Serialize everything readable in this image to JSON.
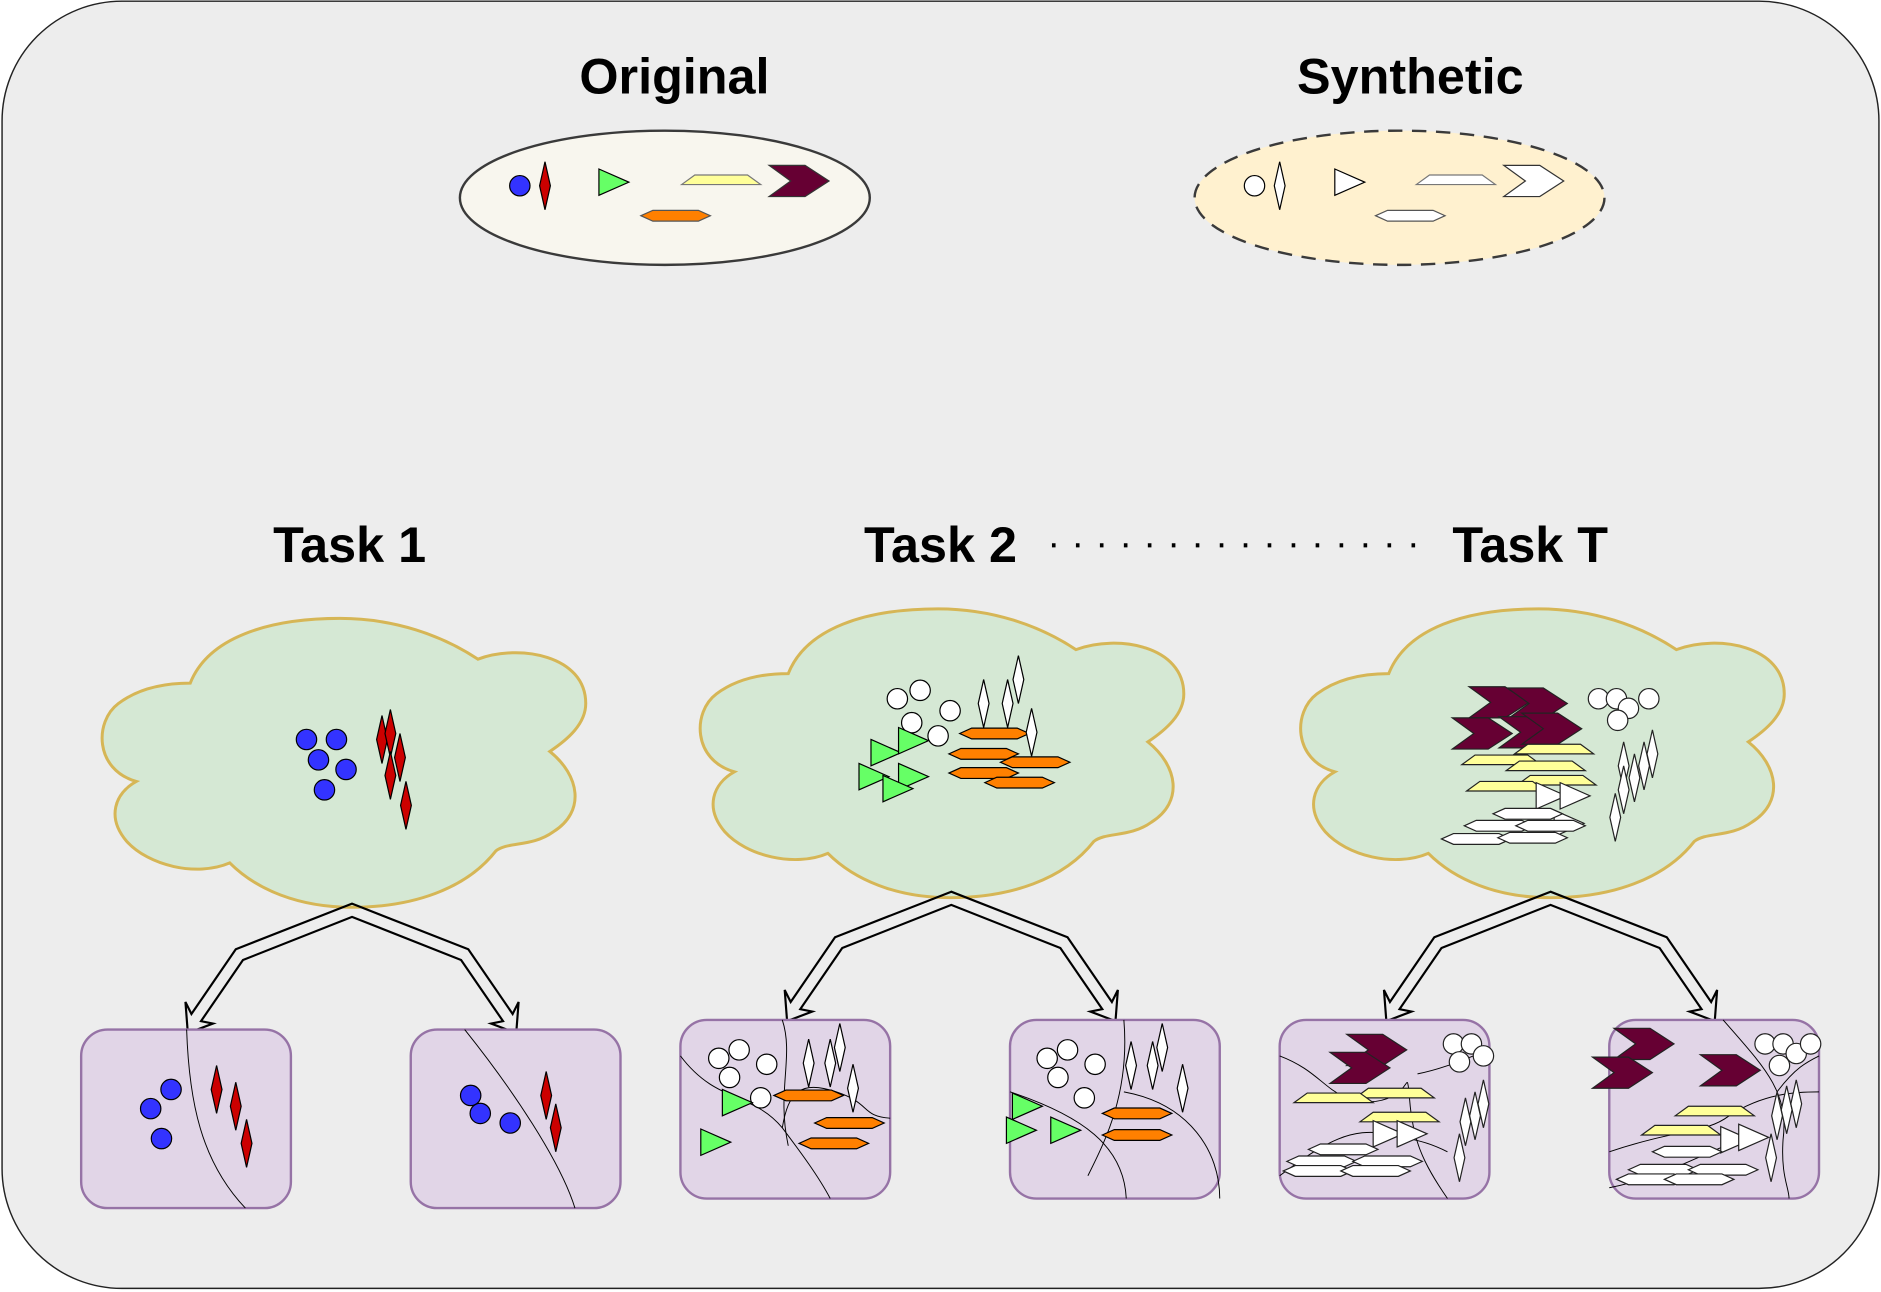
{
  "diagram": {
    "pools": [
      {
        "id": "original",
        "label": "Original",
        "style": "solid",
        "fill": "#f8f6ee",
        "stroke": "#3a3a3a"
      },
      {
        "id": "synthetic",
        "label": "Synthetic",
        "style": "dashed",
        "fill": "#fff1cf",
        "stroke": "#3a3a3a"
      }
    ],
    "separator": ".....................",
    "tasks": [
      {
        "id": "task-1",
        "label": "Task 1",
        "classes": [
          "blue-circle",
          "red-diamond"
        ]
      },
      {
        "id": "task-2",
        "label": "Task 2",
        "classes": [
          "green-triangle",
          "orange-hexagon",
          "white-circle",
          "white-diamond"
        ]
      },
      {
        "id": "task-t",
        "label": "Task T",
        "classes": [
          "maroon-chevron",
          "yellow-trapezoid",
          "white-circle",
          "white-diamond",
          "white-triangle",
          "white-hexagon"
        ]
      }
    ],
    "shape_classes": {
      "blue-circle": "#3333ff",
      "red-diamond": "#cc0000",
      "green-triangle": "#66ff66",
      "yellow-trapezoid": "#ffff99",
      "orange-hexagon": "#ff8000",
      "maroon-chevron": "#660033",
      "synthetic": "#ffffff"
    },
    "colors": {
      "canvas": "#ededed",
      "cloud_fill": "#d5e8d4",
      "cloud_stroke": "#d6b656",
      "client_fill": "#e1d5e7",
      "client_stroke": "#9673a6"
    }
  }
}
